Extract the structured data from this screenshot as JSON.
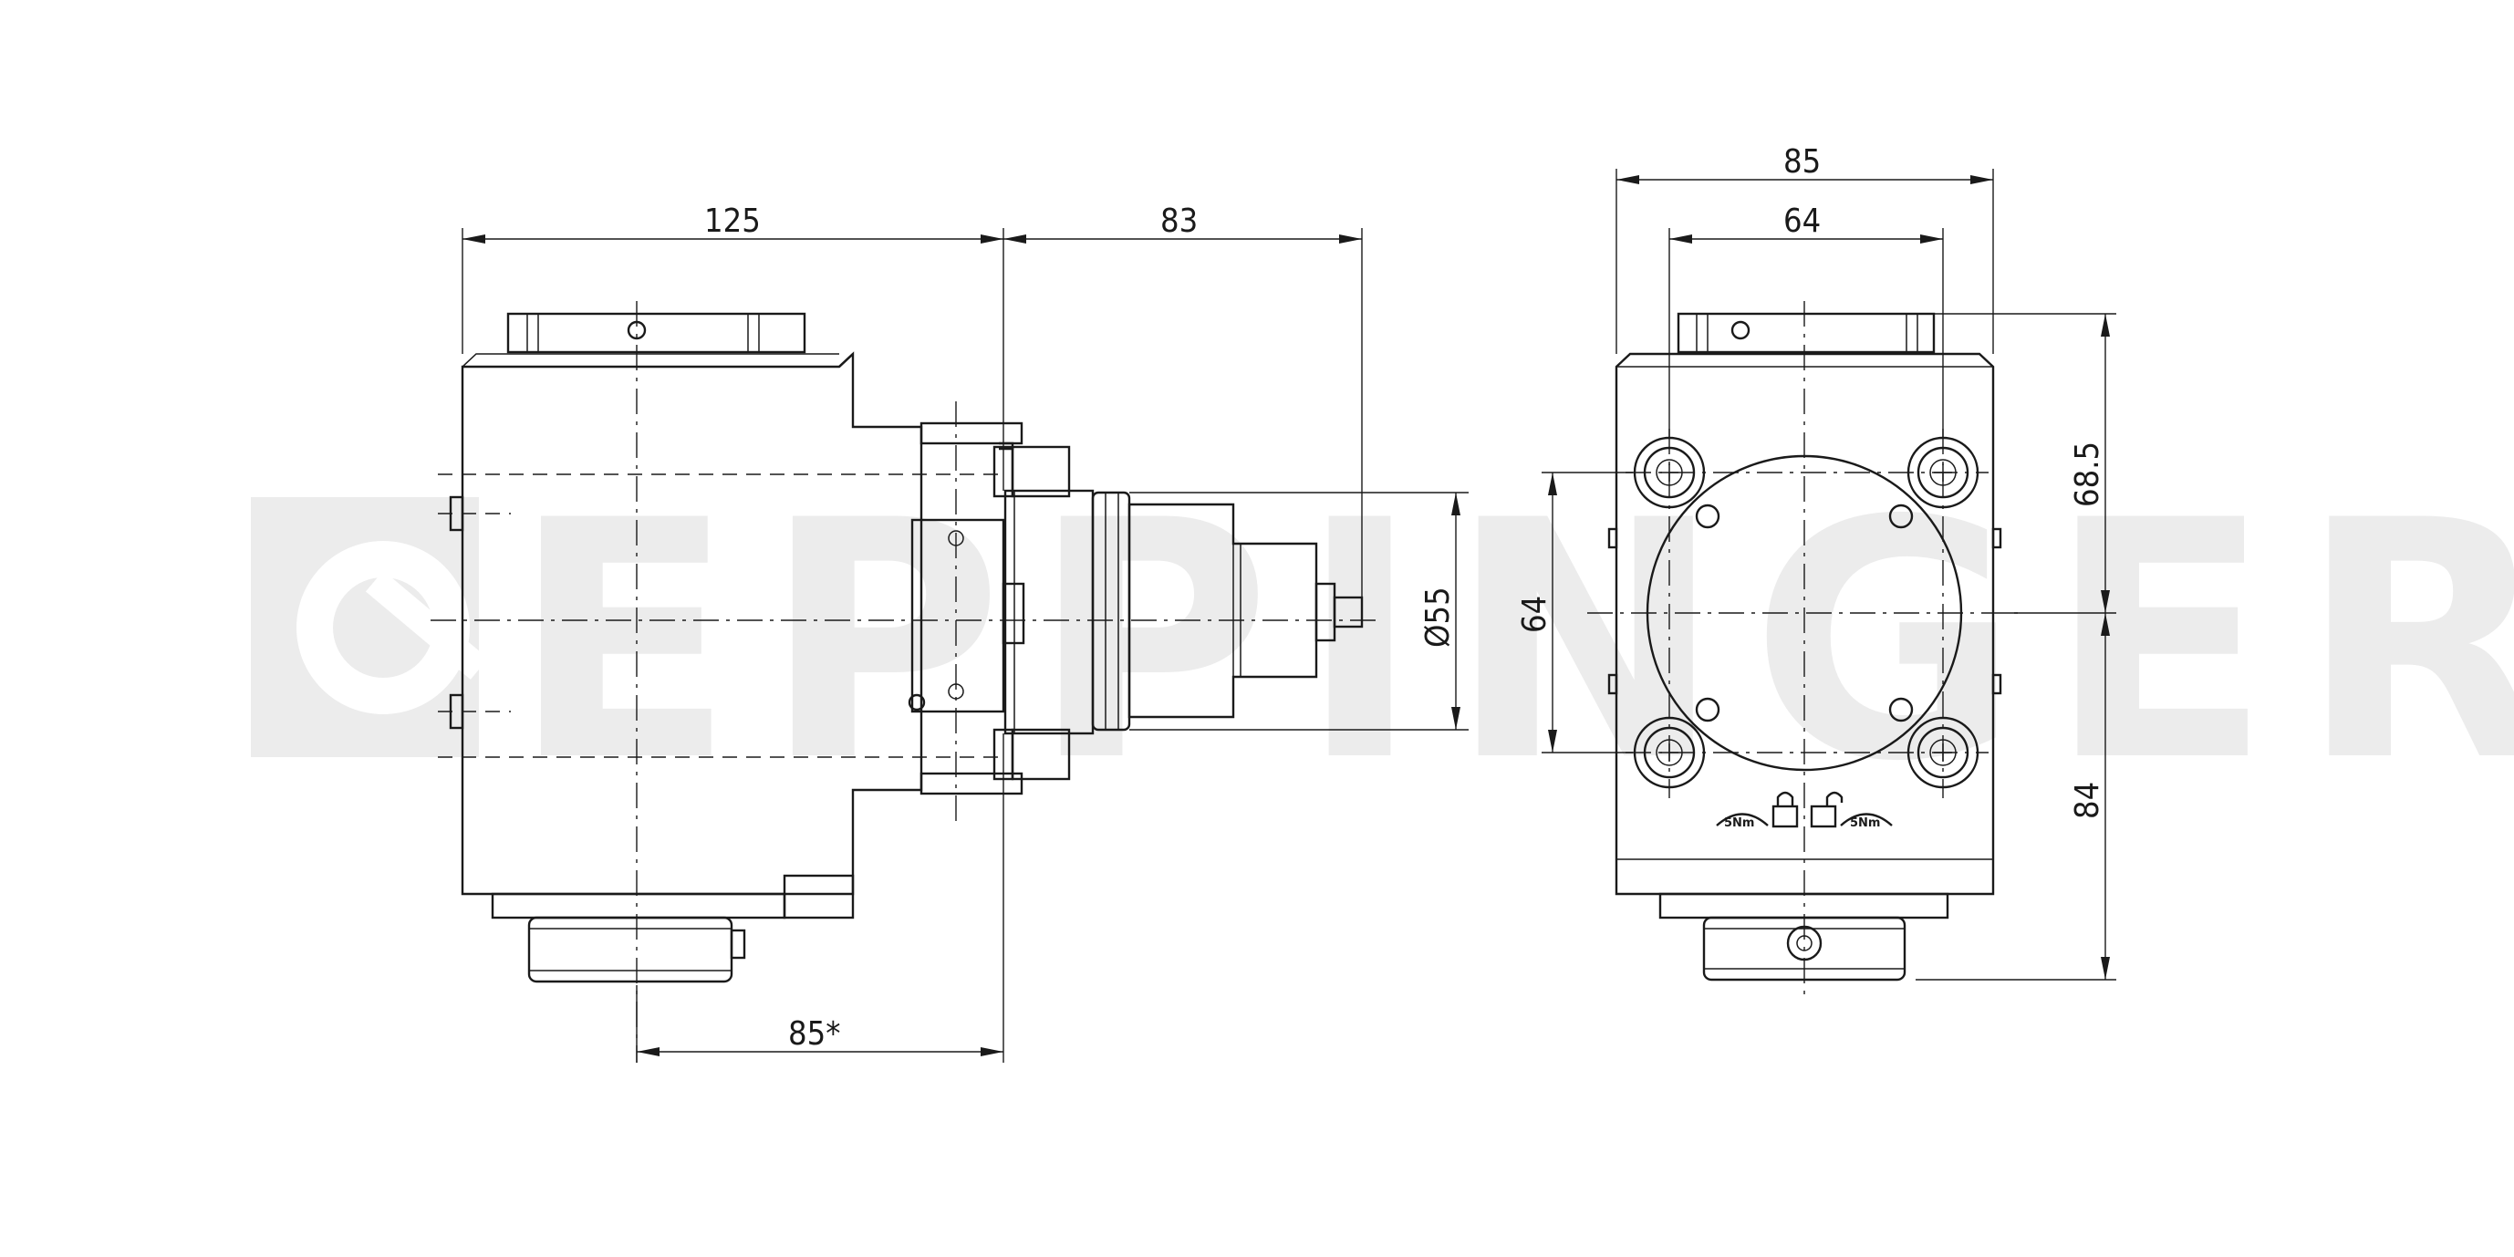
{
  "watermark": {
    "text": "EPPINGER",
    "color": "#ececec"
  },
  "dimensions": {
    "side_width": "125",
    "side_extension": "83",
    "side_bottom": "85*",
    "side_diameter": "Ø55",
    "front_outer_width": "85",
    "front_inner_width": "64",
    "front_bore_height": "64",
    "front_upper_height": "68.5",
    "front_lower_height": "84"
  },
  "markings": {
    "torque_left": "5Nm",
    "torque_right": "5Nm",
    "lock_icon": "lock-closed-icon",
    "unlock_icon": "lock-open-icon"
  },
  "colors": {
    "line": "#1a1a1a",
    "background": "#ffffff"
  }
}
